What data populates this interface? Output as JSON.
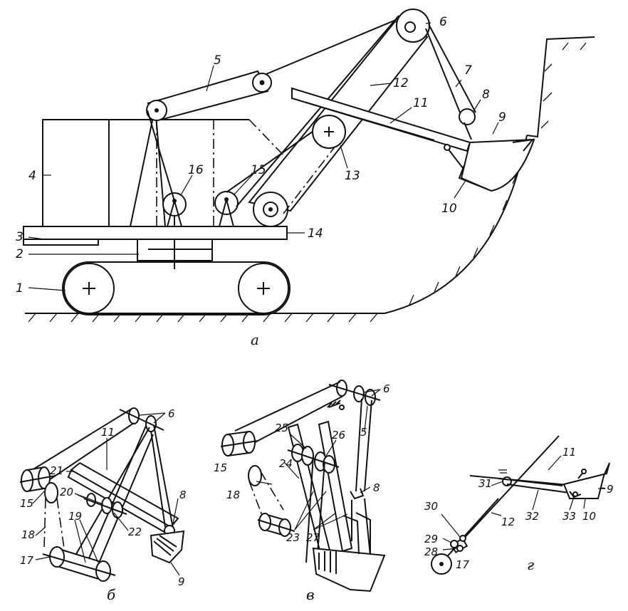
{
  "figures": {
    "a": {
      "caption": "а",
      "labels": [
        "1",
        "2",
        "3",
        "4",
        "5",
        "6",
        "7",
        "8",
        "9",
        "10",
        "11",
        "12",
        "13",
        "14",
        "15",
        "16"
      ]
    },
    "b": {
      "caption": "б",
      "labels": [
        "6",
        "11",
        "21",
        "20",
        "19",
        "22",
        "15",
        "18",
        "17",
        "8",
        "9"
      ]
    },
    "v": {
      "caption": "в",
      "labels": [
        "6",
        "25",
        "26",
        "5",
        "15",
        "24",
        "18",
        "8",
        "23",
        "27"
      ]
    },
    "g": {
      "caption": "г",
      "labels": [
        "11",
        "30",
        "31",
        "9",
        "29",
        "28",
        "12",
        "32",
        "33",
        "10",
        "17"
      ]
    }
  },
  "colors": {
    "ink": "#111111",
    "background": "#ffffff"
  }
}
